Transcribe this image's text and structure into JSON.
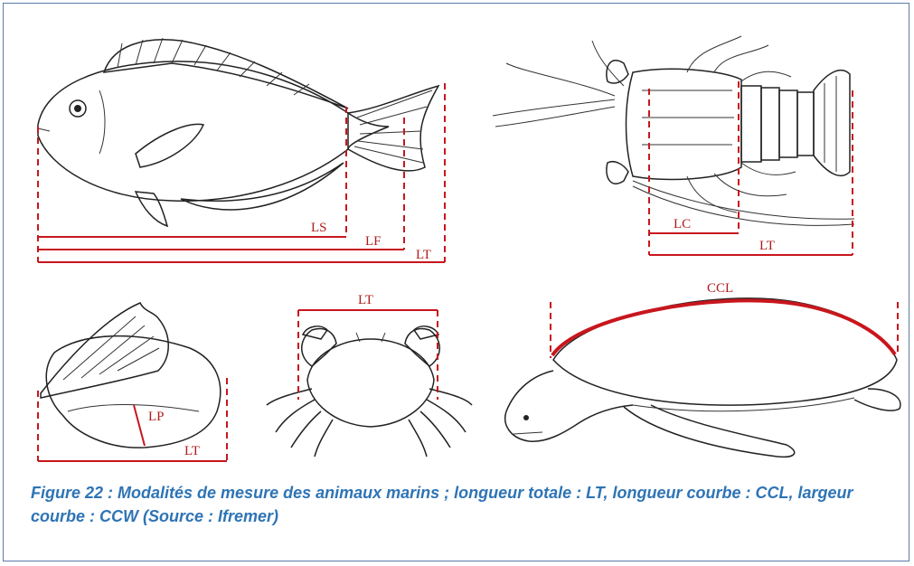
{
  "labels": {
    "fish_ls": "LS",
    "fish_lf": "LF",
    "fish_lt": "LT",
    "lobster_lc": "LC",
    "lobster_lt": "LT",
    "conch_lp": "LP",
    "conch_lt": "LT",
    "crab_lt": "LT",
    "turtle_ccl": "CCL"
  },
  "caption": "Figure 22 : Modalités de mesure des animaux marins ; longueur totale :  LT, longueur courbe : CCL, largeur courbe : CCW (Source : Ifremer)",
  "colors": {
    "measure": "#c8161d",
    "caption": "#2e74b5",
    "frame": "#5a7aa8"
  }
}
